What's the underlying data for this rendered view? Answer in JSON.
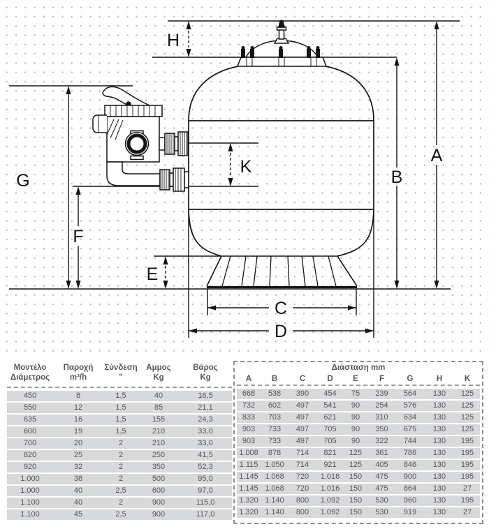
{
  "diagram": {
    "labels": {
      "A": "A",
      "B": "B",
      "C": "C",
      "D": "D",
      "E": "E",
      "F": "F",
      "G": "G",
      "H": "H",
      "K": "K"
    }
  },
  "table": {
    "left": {
      "headers": [
        [
          "Μοντέλο",
          "Διάμετρος"
        ],
        [
          "Παροχή",
          "m³/h"
        ],
        [
          "Σύνδεση",
          "\""
        ],
        [
          "Αμμος",
          "Kg"
        ],
        [
          "Βάρος",
          "Kg"
        ]
      ],
      "rows": [
        [
          "450",
          "8",
          "1,5",
          "40",
          "16,5"
        ],
        [
          "550",
          "12",
          "1,5",
          "85",
          "21,1"
        ],
        [
          "635",
          "16",
          "1,5",
          "155",
          "24,3"
        ],
        [
          "600",
          "19",
          "1,5",
          "210",
          "33,0"
        ],
        [
          "700",
          "20",
          "2",
          "210",
          "33,0"
        ],
        [
          "820",
          "25",
          "2",
          "250",
          "41,5"
        ],
        [
          "920",
          "32",
          "2",
          "350",
          "52,3"
        ],
        [
          "1.000",
          "38",
          "2",
          "500",
          "95,0"
        ],
        [
          "1.000",
          "40",
          "2,5",
          "600",
          "97,0"
        ],
        [
          "1.100",
          "40",
          "2",
          "900",
          "115,0"
        ],
        [
          "1.100",
          "45",
          "2,5",
          "900",
          "117,0"
        ]
      ]
    },
    "right": {
      "group_header": "Διάσταση mm",
      "headers": [
        "A",
        "B",
        "C",
        "D",
        "E",
        "F",
        "G",
        "H",
        "K"
      ],
      "rows": [
        [
          "668",
          "538",
          "390",
          "454",
          "75",
          "239",
          "564",
          "130",
          "125"
        ],
        [
          "732",
          "602",
          "497",
          "541",
          "90",
          "254",
          "576",
          "130",
          "125"
        ],
        [
          "833",
          "703",
          "497",
          "621",
          "90",
          "310",
          "634",
          "130",
          "125"
        ],
        [
          "903",
          "733",
          "497",
          "705",
          "90",
          "350",
          "675",
          "130",
          "125"
        ],
        [
          "903",
          "733",
          "497",
          "705",
          "90",
          "322",
          "744",
          "130",
          "195"
        ],
        [
          "1.008",
          "878",
          "714",
          "821",
          "125",
          "361",
          "786",
          "130",
          "195"
        ],
        [
          "1.115",
          "1.050",
          "714",
          "921",
          "125",
          "405",
          "846",
          "130",
          "195"
        ],
        [
          "1.145",
          "1.068",
          "720",
          "1.016",
          "150",
          "475",
          "900",
          "130",
          "195"
        ],
        [
          "1.145",
          "1.068",
          "720",
          "1.016",
          "150",
          "475",
          "864",
          "130",
          "27"
        ],
        [
          "1.320",
          "1.140",
          "800",
          "1.092",
          "150",
          "530",
          "960",
          "130",
          "195"
        ],
        [
          "1.320",
          "1.140",
          "800",
          "1.092",
          "150",
          "530",
          "919",
          "130",
          "27"
        ]
      ]
    }
  },
  "colors": {
    "band": "#d8d9da",
    "table_text": "#54555a",
    "line": "#141414"
  }
}
